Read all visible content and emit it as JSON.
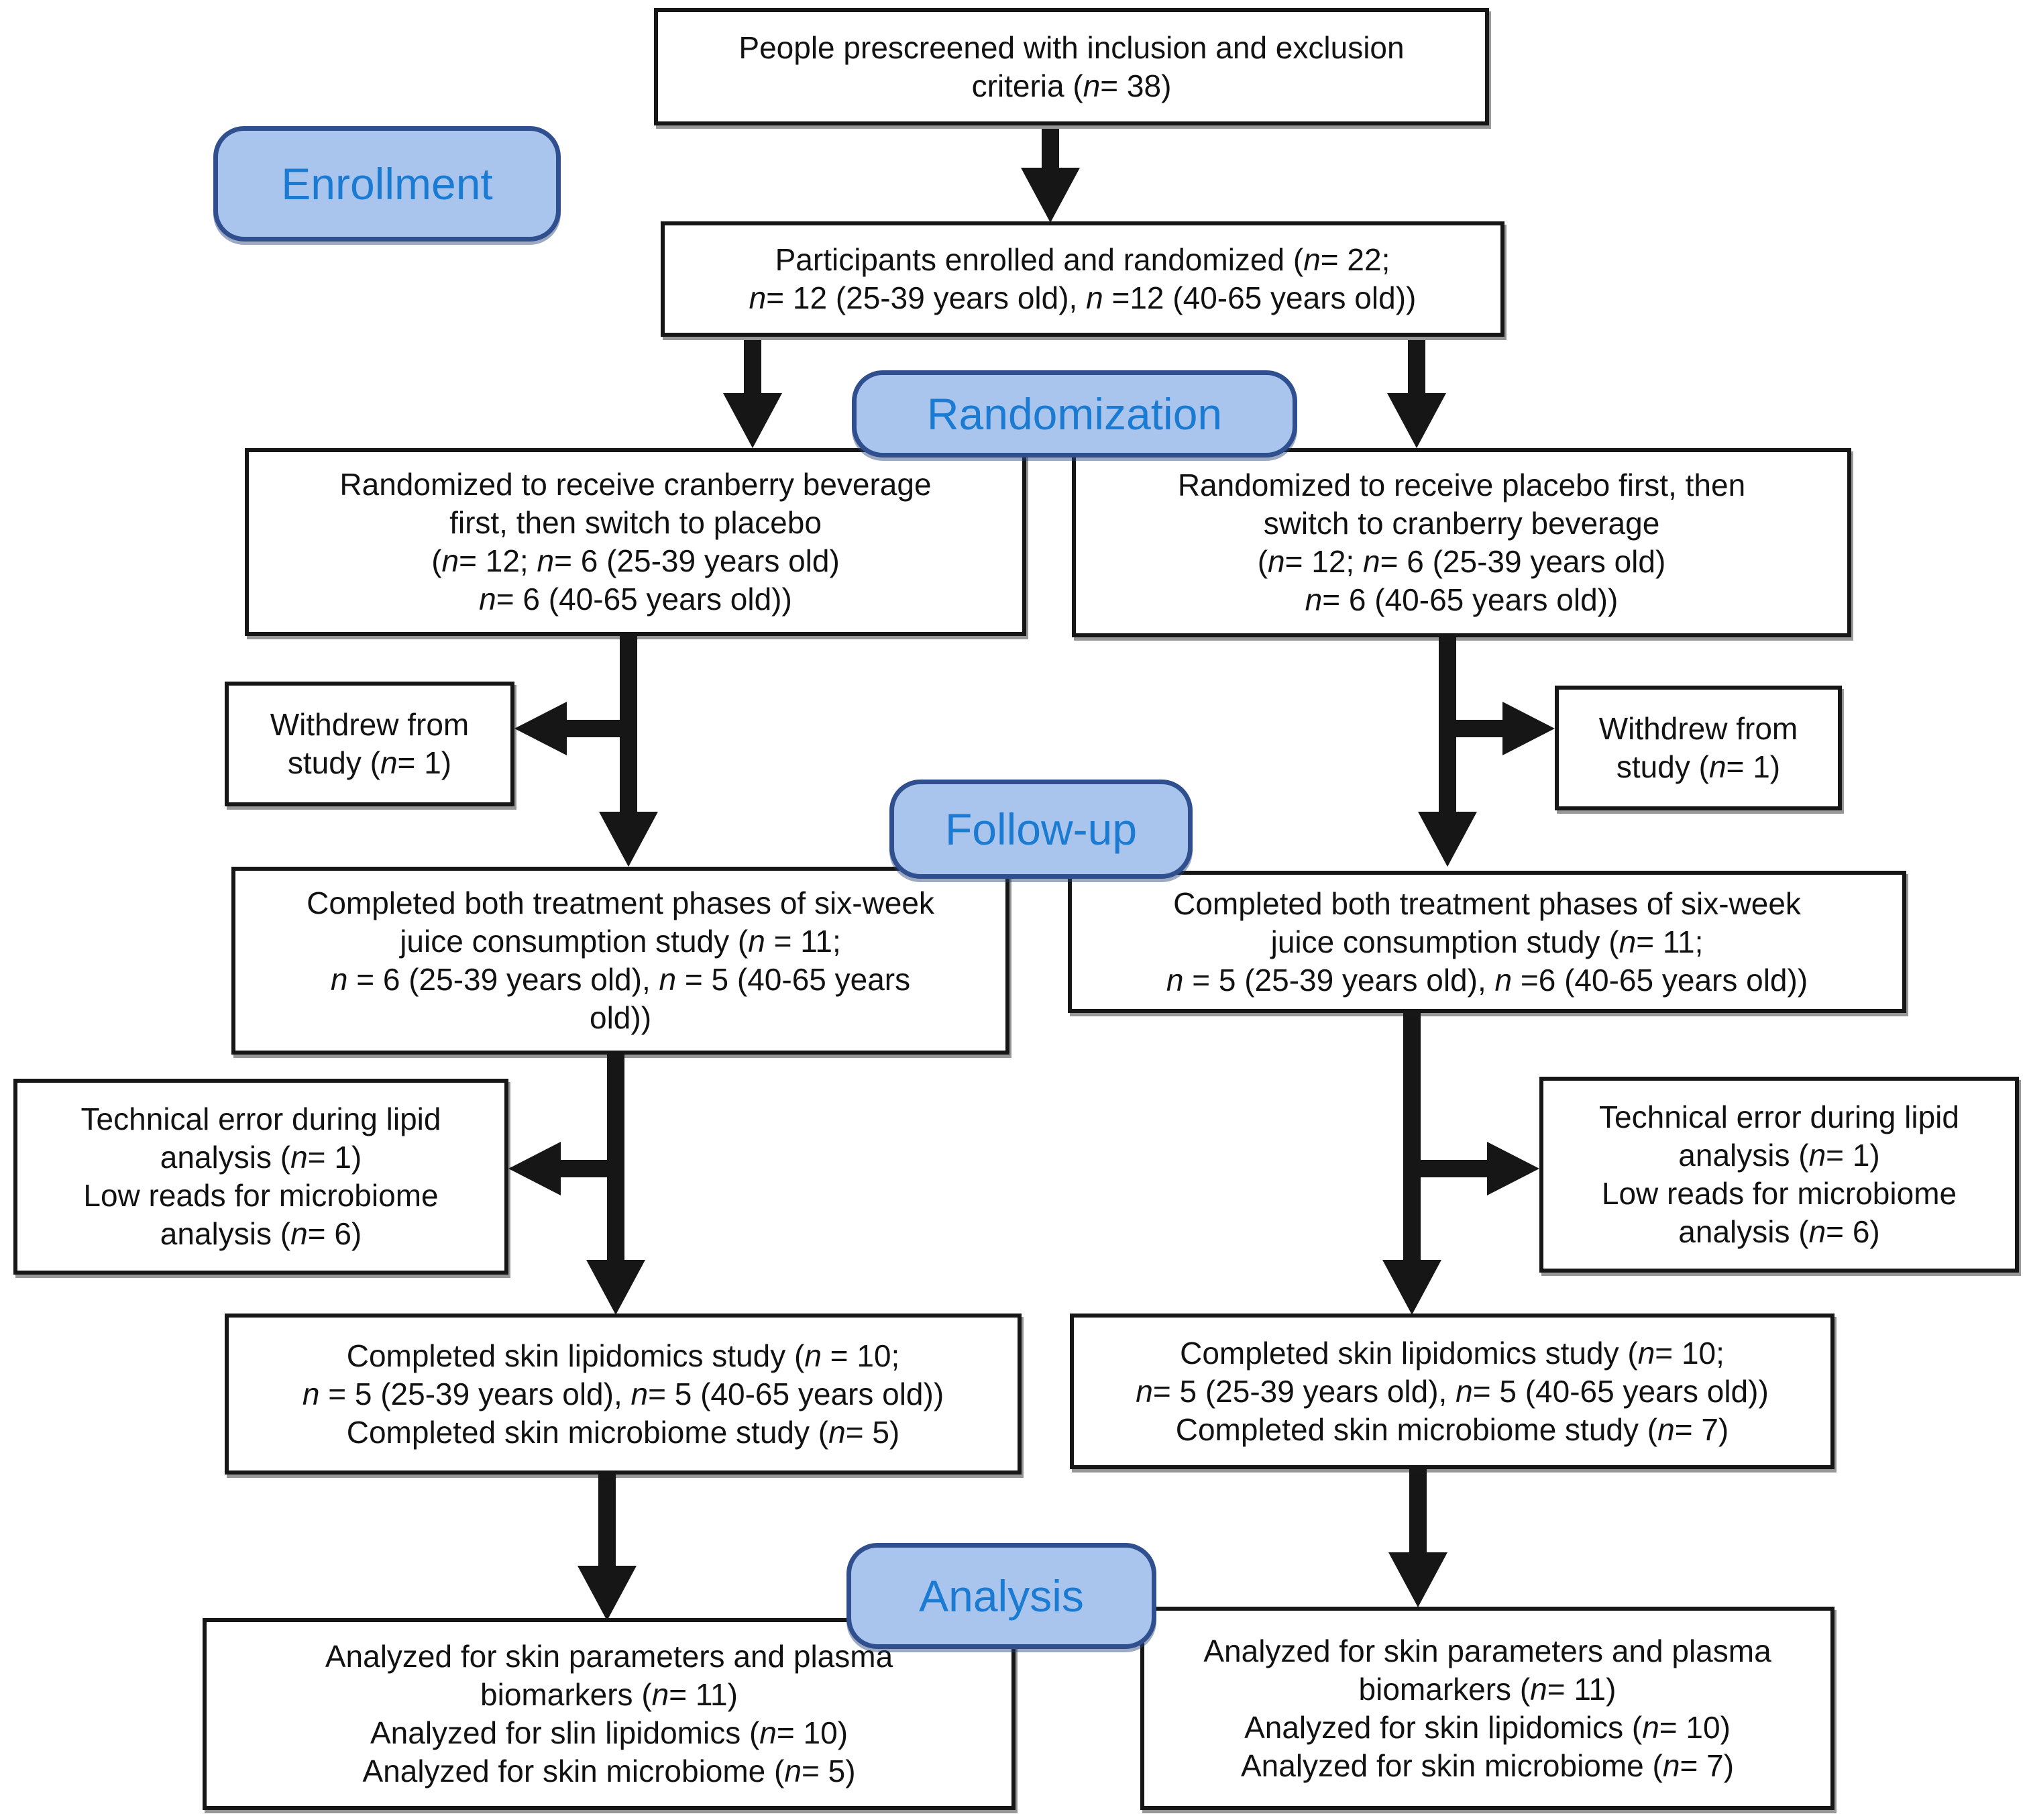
{
  "figure_type": "study-flow-diagram",
  "stage_labels": {
    "enrollment": "Enrollment",
    "randomization": "Randomization",
    "followup": "Follow-up",
    "analysis": "Analysis"
  },
  "colors": {
    "stage_fill": "#a9c5ed",
    "stage_border": "#2f4f8e",
    "stage_text": "#1b7ad1",
    "box_border": "#161616",
    "box_text": "#121212",
    "arrow": "#161616",
    "background": "#ffffff"
  },
  "boxes": {
    "prescreened": {
      "lines": [
        "People prescreened with inclusion and exclusion",
        "criteria (n= 38)"
      ]
    },
    "enrolled": {
      "lines": [
        "Participants enrolled and randomized (n= 22;",
        "n= 12 (25-39 years old), n =12 (40-65 years old))"
      ]
    },
    "randomized_cranberry_first": {
      "lines": [
        "Randomized  to receive cranberry beverage",
        "first, then switch to placebo",
        "(n= 12; n= 6 (25-39 years old)",
        "n= 6 (40-65 years old))"
      ]
    },
    "randomized_placebo_first": {
      "lines": [
        "Randomized  to receive placebo first, then",
        "switch to cranberry beverage",
        "(n= 12; n= 6 (25-39 years old)",
        "n=  6 (40-65 years old))"
      ]
    },
    "withdrew_left": {
      "lines": [
        "Withdrew from",
        "study (n= 1)"
      ]
    },
    "withdrew_right": {
      "lines": [
        "Withdrew from",
        "study (n= 1)"
      ]
    },
    "completed_phases_left": {
      "lines": [
        "Completed both treatment phases of six-week",
        "juice consumption study (n = 11;",
        "n = 6 (25-39 years old), n = 5 (40-65 years",
        "old))"
      ]
    },
    "completed_phases_right": {
      "lines": [
        "Completed both treatment phases of six-week",
        "juice consumption study (n= 11;",
        "n =  5 (25-39 years old), n =6 (40-65 years old))"
      ]
    },
    "exclusions_left": {
      "lines": [
        "Technical error during lipid",
        "analysis (n= 1)",
        "Low reads for microbiome",
        "analysis  (n= 6)"
      ]
    },
    "exclusions_right": {
      "lines": [
        "Technical error during lipid",
        "analysis (n= 1)",
        "Low reads for microbiome",
        "analysis  (n= 6)"
      ]
    },
    "lipidomics_left": {
      "lines": [
        "Completed skin lipidomics study (n = 10;",
        "n = 5 (25-39 years old), n= 5 (40-65 years old))",
        "Completed skin microbiome study (n= 5)"
      ]
    },
    "lipidomics_right": {
      "lines": [
        "Completed skin lipidomics study (n= 10;",
        "n= 5 (25-39 years old), n= 5 (40-65 years old))",
        "Completed skin microbiome study (n= 7)"
      ]
    },
    "analyzed_left": {
      "lines": [
        "Analyzed for skin parameters and plasma",
        "biomarkers (n= 11)",
        "Analyzed for slin lipidomics (n= 10)",
        "Analyzed for skin microbiome (n= 5)"
      ]
    },
    "analyzed_right": {
      "lines": [
        "Analyzed for skin parameters and plasma",
        "biomarkers (n= 11)",
        "Analyzed for skin lipidomics (n= 10)",
        "Analyzed for skin microbiome (n= 7)"
      ]
    }
  }
}
